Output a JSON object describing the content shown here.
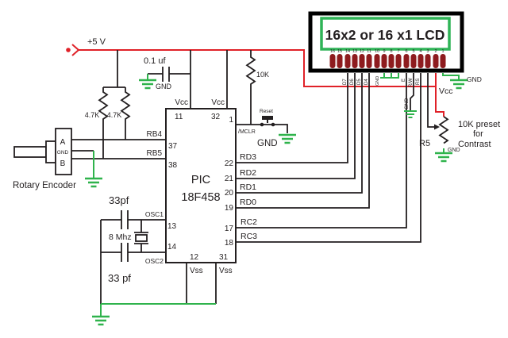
{
  "colors": {
    "wire_black": "#231f20",
    "power_red": "#e02128",
    "ground_green": "#2fb34c",
    "lcd_pin_maroon": "#8e1b1e",
    "lcd_title_blue": "#1e9cd8",
    "lcd_frame_green": "#2fb457"
  },
  "power": {
    "supply_label": "+5 V",
    "vcc_rail_label": "Vcc"
  },
  "decoupling": {
    "cap_value": "0.1 uf",
    "gnd_label": "GND"
  },
  "pullups": {
    "left": "4.7K",
    "right": "4.7K"
  },
  "reset_circuit": {
    "resistor": "10K",
    "button_label": "Reset",
    "mclr_label": "/MCLR",
    "gnd_label": "GND"
  },
  "mcu": {
    "name_line1": "PIC",
    "name_line2": "18F458",
    "pins": {
      "p11": "11",
      "p32": "32",
      "p1": "1",
      "p37": "37",
      "p38": "38",
      "p13": "13",
      "p14": "14",
      "p12": "12",
      "p31": "31",
      "p22": "22",
      "p21": "21",
      "p20": "20",
      "p19": "19",
      "p17": "17",
      "p18": "18"
    },
    "labels": {
      "vcc1": "Vcc",
      "vcc2": "Vcc",
      "vss1": "Vss",
      "vss2": "Vss",
      "rb4": "RB4",
      "rb5": "RB5",
      "osc1": "OSC1",
      "osc2": "OSC2",
      "rd3": "RD3",
      "rd2": "RD2",
      "rd1": "RD1",
      "rd0": "RD0",
      "rc2": "RC2",
      "rc3": "RC3"
    }
  },
  "encoder": {
    "pin_a": "A",
    "pin_gnd": "GND",
    "pin_b": "B",
    "caption": "Rotary Encoder"
  },
  "oscillator": {
    "cap_top": "33pf",
    "crystal": "8 Mhz",
    "cap_bottom": "33 pf"
  },
  "lcd": {
    "title": "16x2 or 16 x1 LCD",
    "pin_numbers": [
      "16",
      "15",
      "14",
      "13",
      "12",
      "11",
      "10",
      "9",
      "8",
      "7",
      "6",
      "5",
      "4",
      "3",
      "2",
      "1"
    ],
    "signals": {
      "d7": "D7",
      "d6": "D6",
      "d5": "D5",
      "d4": "D4",
      "bracket_gnd": "GND",
      "e": "E",
      "rw": "R/W",
      "rs": "RS"
    },
    "rw_gnd_label": "GND",
    "vss_gnd_label": "GND"
  },
  "contrast": {
    "pot_ref": "R5",
    "desc_line1": "10K preset",
    "desc_line2": "for",
    "desc_line3": "Contrast",
    "gnd_label": "GND"
  }
}
